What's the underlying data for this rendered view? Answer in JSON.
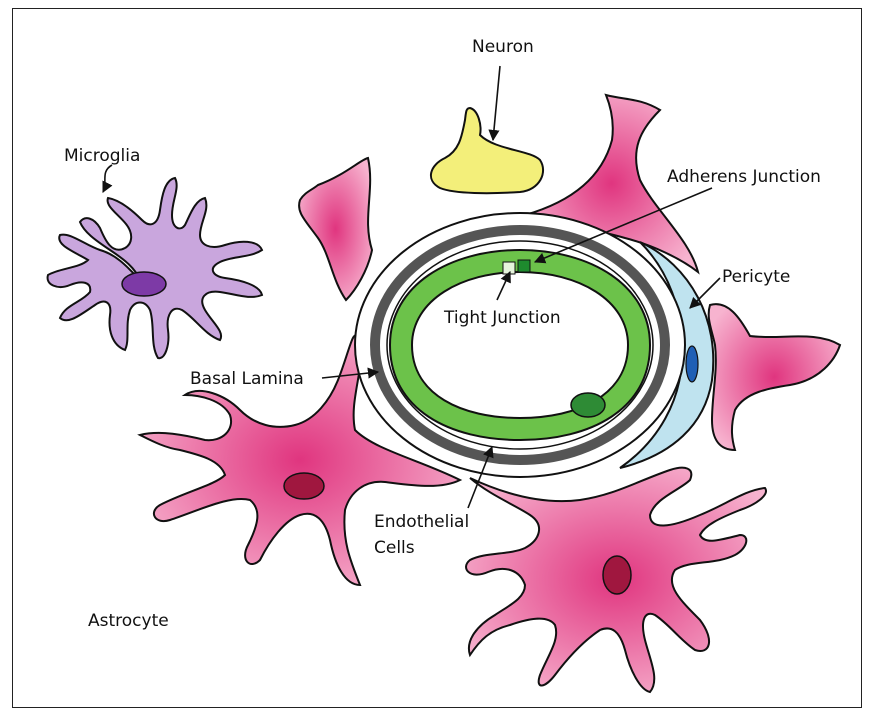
{
  "labels": {
    "neuron": "Neuron",
    "microglia": "Microglia",
    "adherens_junction": "Adherens Junction",
    "pericyte": "Pericyte",
    "tight_junction": "Tight Junction",
    "basal_lamina": "Basal Lamina",
    "endothelial_line1": "Endothelial",
    "endothelial_line2": "Cells",
    "astrocyte": "Astrocyte"
  },
  "colors": {
    "astrocyte": "#e8418a",
    "astrocyte_nucleus": "#a0173f",
    "microglia": "#c9a6dd",
    "microglia_nucleus": "#7d3aa6",
    "neuron": "#f3ef7a",
    "endothelial": "#6cc24a",
    "endothelial_nucleus": "#2e8b35",
    "pericyte": "#bfe3ef",
    "pericyte_nucleus": "#1f5fb5",
    "basal_lamina": "#555555"
  }
}
